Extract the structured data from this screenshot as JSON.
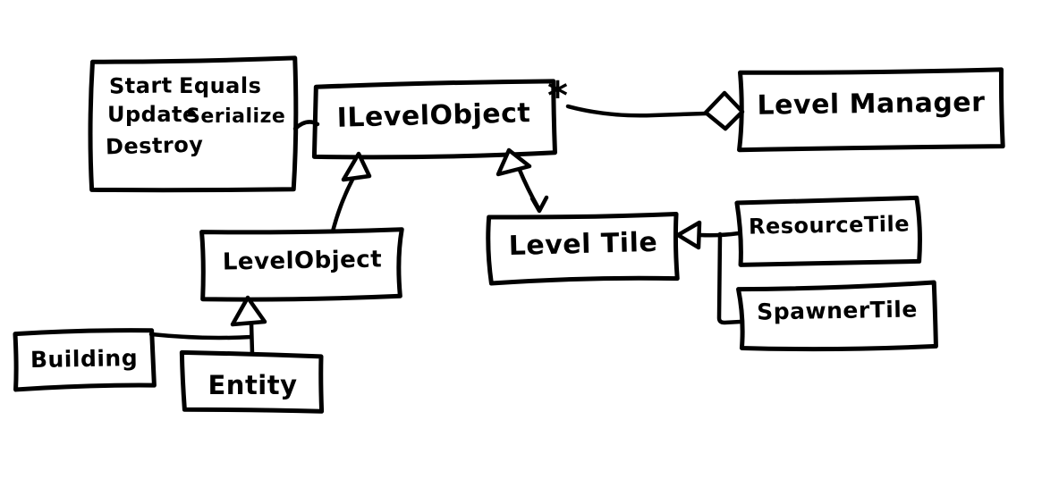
{
  "diagram": {
    "kind": "hand-drawn-uml-class-diagram",
    "background": "#ffffff",
    "ink": "#000000",
    "nodes": {
      "methods_note": {
        "items": [
          "Start",
          "Equals",
          "Update",
          "Serialize",
          "Destroy"
        ]
      },
      "ilevelobject": {
        "label": "ILevelObject"
      },
      "levelmanager": {
        "label": "Level Manager"
      },
      "levelobject": {
        "label": "LevelObject"
      },
      "leveltile": {
        "label": "Level Tile"
      },
      "resourcetile": {
        "label": "ResourceTile"
      },
      "spawnertile": {
        "label": "SpawnerTile"
      },
      "building": {
        "label": "Building"
      },
      "entity": {
        "label": "Entity"
      }
    },
    "aggregation": {
      "multiplicity": "*"
    },
    "edges": [
      {
        "from": "methods_note",
        "to": "ILevelObject",
        "type": "note-connector"
      },
      {
        "from": "ILevelObject",
        "to": "Level Manager",
        "type": "aggregation",
        "multiplicity": "*"
      },
      {
        "from": "LevelObject",
        "to": "ILevelObject",
        "type": "inheritance"
      },
      {
        "from": "Level Tile",
        "to": "ILevelObject",
        "type": "inheritance"
      },
      {
        "from": "ResourceTile",
        "to": "Level Tile",
        "type": "inheritance"
      },
      {
        "from": "SpawnerTile",
        "to": "Level Tile",
        "type": "inheritance"
      },
      {
        "from": "Entity",
        "to": "LevelObject",
        "type": "inheritance"
      },
      {
        "from": "Building",
        "to": "LevelObject",
        "type": "inheritance"
      }
    ]
  }
}
